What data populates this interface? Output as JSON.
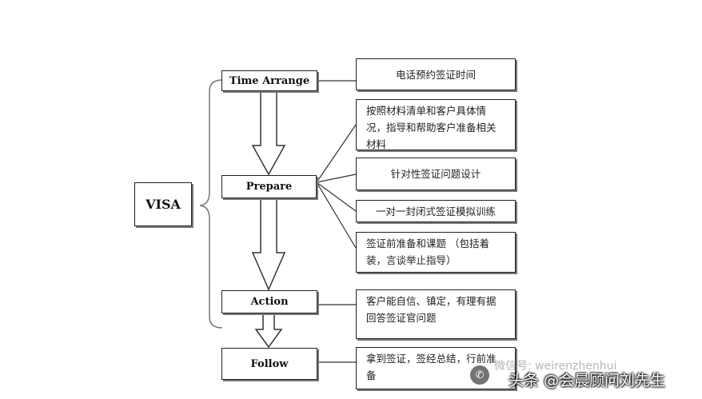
{
  "diagram": {
    "root": {
      "label": "VISA"
    },
    "stages": [
      {
        "id": "time",
        "label": "Time Arrange"
      },
      {
        "id": "prepare",
        "label": "Prepare"
      },
      {
        "id": "action",
        "label": "Action"
      },
      {
        "id": "follow",
        "label": "Follow"
      }
    ],
    "notes": [
      {
        "id": "n1",
        "text": "电话预约签证时间"
      },
      {
        "id": "n2",
        "text": "按照材料清单和客户具体情况，指导和帮助客户准备相关材料"
      },
      {
        "id": "n3",
        "text": "针对性签证问题设计"
      },
      {
        "id": "n4",
        "text": "一对一封闭式签证模拟训练"
      },
      {
        "id": "n5",
        "text": "签证前准备和课题 （包括着装，言谈举止指导）"
      },
      {
        "id": "n6",
        "text": "客户能自信、镇定，有理有据回答签证官问题"
      },
      {
        "id": "n7",
        "text": "拿到签证，签经总结，行前准备"
      }
    ]
  },
  "watermark": {
    "icon": "wechat-icon",
    "sub_text": "微信号: weirenzhenhui",
    "main_text": "头条 @会晨顾问刘先生"
  }
}
